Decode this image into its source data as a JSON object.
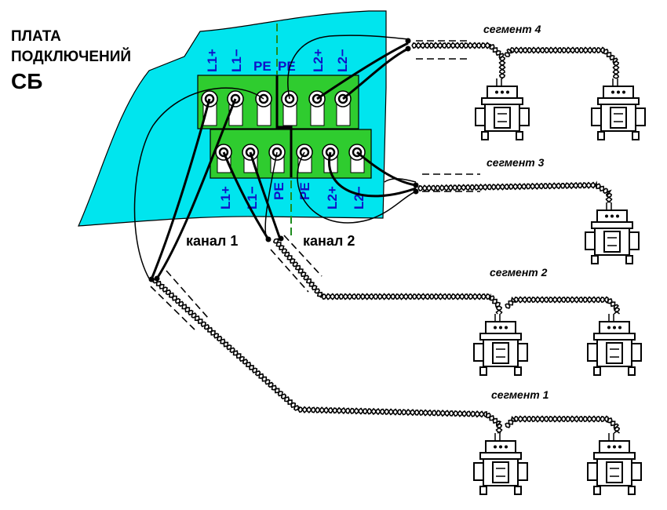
{
  "board": {
    "title_lines": [
      "ПЛАТА",
      "ПОДКЛЮЧЕНИЙ",
      "СБ"
    ],
    "colors": {
      "board": "#00e5ee",
      "terminal_block": "#2fcc2f",
      "label": "#1010c8",
      "pe_line": "#1e8c1e"
    }
  },
  "terminals": {
    "top": [
      "L1+",
      "L1−",
      "PE",
      "PE",
      "L2+",
      "L2−"
    ],
    "bottom": [
      "L1+",
      "L1−",
      "PE",
      "PE",
      "L2+",
      "L2−"
    ]
  },
  "channels": [
    "канал 1",
    "канал 2"
  ],
  "segments": [
    {
      "label": "сегмент 4",
      "devices": 2
    },
    {
      "label": "сегмент 3",
      "devices": 1
    },
    {
      "label": "сегмент 2",
      "devices": 2
    },
    {
      "label": "сегмент 1",
      "devices": 2
    }
  ],
  "icons": [
    "field-device-icon",
    "screw-terminal-icon",
    "twisted-pair-cable-icon",
    "cable-shield-icon"
  ]
}
